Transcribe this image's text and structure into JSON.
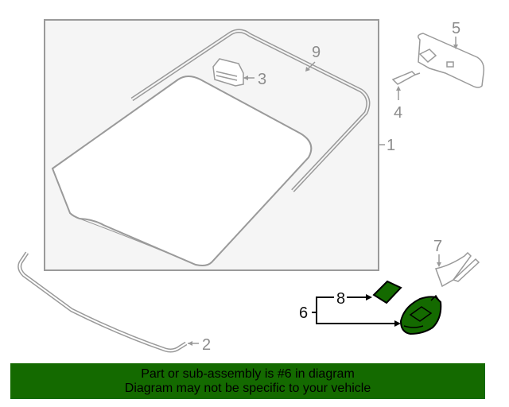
{
  "diagram": {
    "colors": {
      "line": "#9a9a9a",
      "box_fill": "#f5f5f5",
      "highlight_fill": "#146a00",
      "highlight_stroke": "#000000",
      "banner_bg": "#146a00"
    },
    "callouts": [
      {
        "id": "1",
        "label": "1",
        "part": "windshield-glass"
      },
      {
        "id": "2",
        "label": "2",
        "part": "lower-molding"
      },
      {
        "id": "3",
        "label": "3",
        "part": "bracket-clip"
      },
      {
        "id": "4",
        "label": "4",
        "part": "mirror-mount-base"
      },
      {
        "id": "5",
        "label": "5",
        "part": "rearview-mirror"
      },
      {
        "id": "6",
        "label": "6",
        "part": "sensor-assembly",
        "highlighted": true
      },
      {
        "id": "7",
        "label": "7",
        "part": "mirror-cover"
      },
      {
        "id": "8",
        "label": "8",
        "part": "sensor-pad",
        "highlighted": true
      },
      {
        "id": "9",
        "label": "9",
        "part": "upper-molding"
      }
    ]
  },
  "banner": {
    "line1": "Part or sub-assembly is #6 in diagram",
    "line2": "Diagram may not be specific to your vehicle"
  }
}
